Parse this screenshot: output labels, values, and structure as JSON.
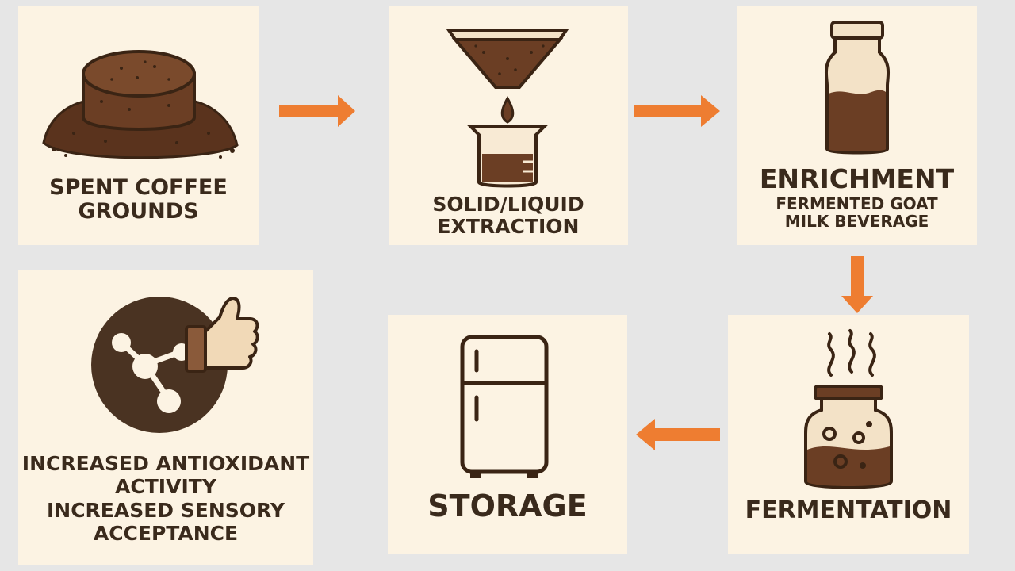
{
  "steps": {
    "spent_coffee": {
      "label_line1": "SPENT COFFEE",
      "label_line2": "GROUNDS"
    },
    "extraction": {
      "label_line1": "SOLID/LIQUID",
      "label_line2": "EXTRACTION"
    },
    "enrichment": {
      "title": "ENRICHMENT",
      "subtitle_line1": "FERMENTED GOAT",
      "subtitle_line2": "MILK BEVERAGE"
    },
    "fermentation": {
      "label": "FERMENTATION"
    },
    "storage": {
      "label": "STORAGE"
    },
    "outcome": {
      "line1": "INCREASED ANTIOXIDANT",
      "line2": "ACTIVITY",
      "line3": "INCREASED SENSORY",
      "line4": "ACCEPTANCE"
    }
  },
  "colors": {
    "background": "#e6e6e6",
    "card": "#fcf3e3",
    "arrow": "#ee7d31",
    "dark_brown": "#4a3322",
    "coffee": "#6b3e24",
    "text": "#3a2a1c"
  },
  "icons": {
    "spent_coffee": "coffee-puck-icon",
    "extraction": "filter-beaker-icon",
    "enrichment": "milk-bottle-icon",
    "fermentation": "fermenting-jar-icon",
    "storage": "refrigerator-icon",
    "outcome": "antioxidant-thumbs-up-icon"
  }
}
